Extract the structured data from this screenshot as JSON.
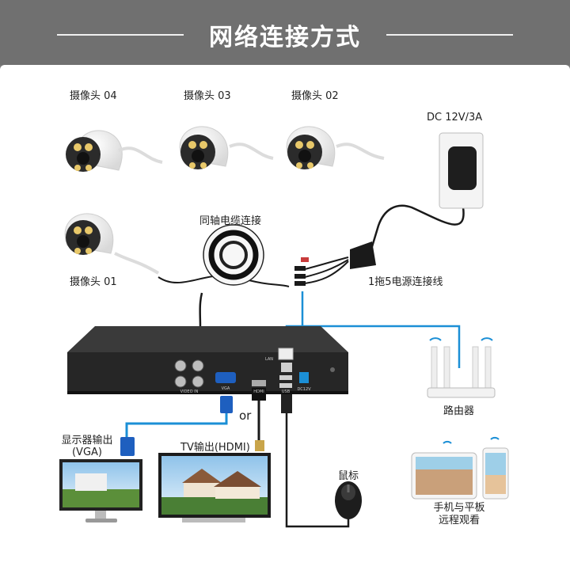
{
  "title": "网络连接方式",
  "cameras": [
    {
      "label": "摄像头 04"
    },
    {
      "label": "摄像头 03"
    },
    {
      "label": "摄像头 02"
    },
    {
      "label": "摄像头 01"
    }
  ],
  "power_adapter": {
    "label": "DC 12V/3A"
  },
  "coax": {
    "label": "同轴电缆连接"
  },
  "splitter": {
    "label": "1拖5电源连接线"
  },
  "router": {
    "label": "路由器"
  },
  "dvr": {
    "port_labels": {
      "video_in": "VIDEO IN",
      "vga": "VGA",
      "hdmi": "HDMI",
      "lan": "LAN",
      "usb": "USB",
      "dc": "DC12V"
    }
  },
  "vga_output": {
    "label_line1": "显示器输出",
    "label_line2": "(VGA)"
  },
  "or_label": "or",
  "hdmi_output": {
    "label": "TV输出(HDMI)"
  },
  "mouse": {
    "label": "鼠标"
  },
  "mobile": {
    "label_line1": "手机与平板",
    "label_line2": "远程观看"
  },
  "colors": {
    "header": "#707070",
    "cable_blue": "#1b8fd6",
    "cable_black": "#1a1a1a",
    "dvr_body": "#2a2a2a"
  }
}
